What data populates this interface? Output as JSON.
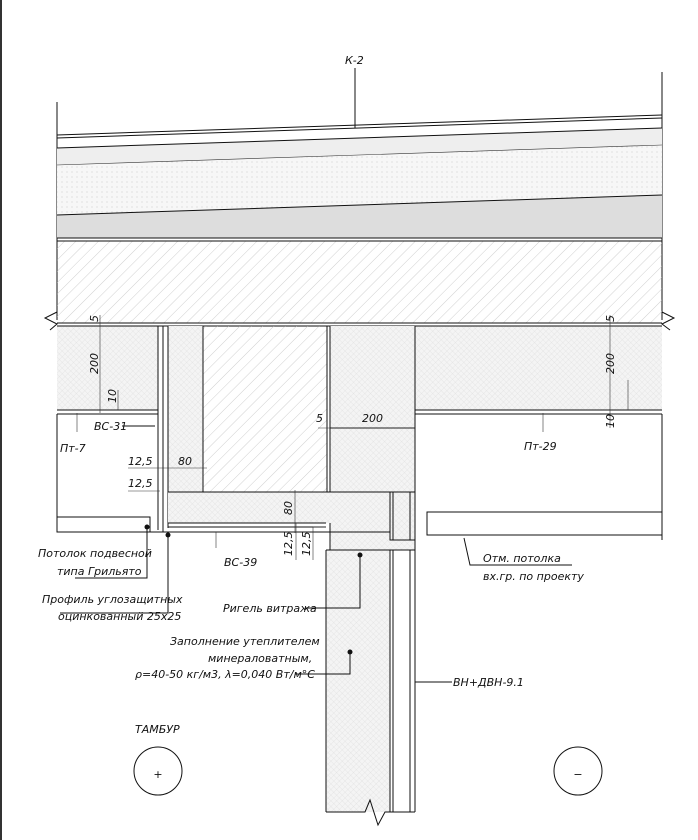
{
  "labels": {
    "roof": "К-2",
    "wall_left_code": "ВС-31",
    "ceiling_left": "Пт-7",
    "ceiling_right": "Пт-29",
    "beam_code": "ВС-39",
    "ceiling_mark_1": "Отм. потолка",
    "ceiling_mark_2": "вх.гр. по проекту",
    "suspended_1": "Потолок подвесной",
    "suspended_2": "типа Грильято",
    "profile_1": "Профиль углозащитных",
    "profile_2": "оцинкованный 25х25",
    "transom": "Ригель витража",
    "fill_1": "Заполнение утеплителем",
    "fill_2": "минераловатным,",
    "fill_3": "ρ=40-50 кг/м3, λ=0,040 Вт/м°С",
    "glazing": "ВН+ДВН-9.1",
    "room": "ТАМБУР",
    "plus": "+",
    "minus": "−"
  },
  "dims": {
    "left_5": "5",
    "left_200": "200",
    "left_10": "10",
    "d12_5a": "12,5",
    "d80a": "80",
    "d12_5b": "12,5",
    "d80b": "80",
    "d12_5c": "12,5",
    "d12_5d": "12,5",
    "mid_5": "5",
    "mid_200": "200",
    "right_5": "5",
    "right_200": "200",
    "right_10": "10"
  }
}
